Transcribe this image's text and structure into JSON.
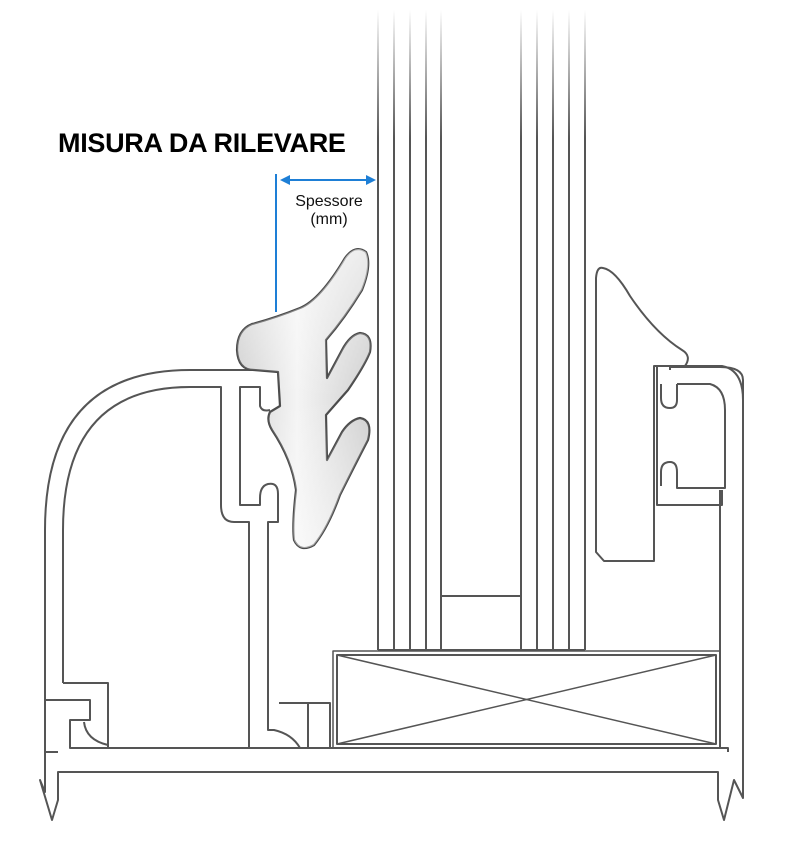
{
  "diagram": {
    "title": "MISURA DA RILEVARE",
    "dimension_label_line1": "Spessore",
    "dimension_label_line2": "(mm)",
    "colors": {
      "dimension_line": "#1e7fd6",
      "outline": "#555555",
      "gasket_fill_light": "#ffffff",
      "gasket_fill_dark": "#c8c8c8"
    },
    "components": [
      "window-frame-profile",
      "glazing-gasket",
      "double-glazing-panes",
      "glazing-bead",
      "setting-block",
      "frame-base"
    ]
  }
}
